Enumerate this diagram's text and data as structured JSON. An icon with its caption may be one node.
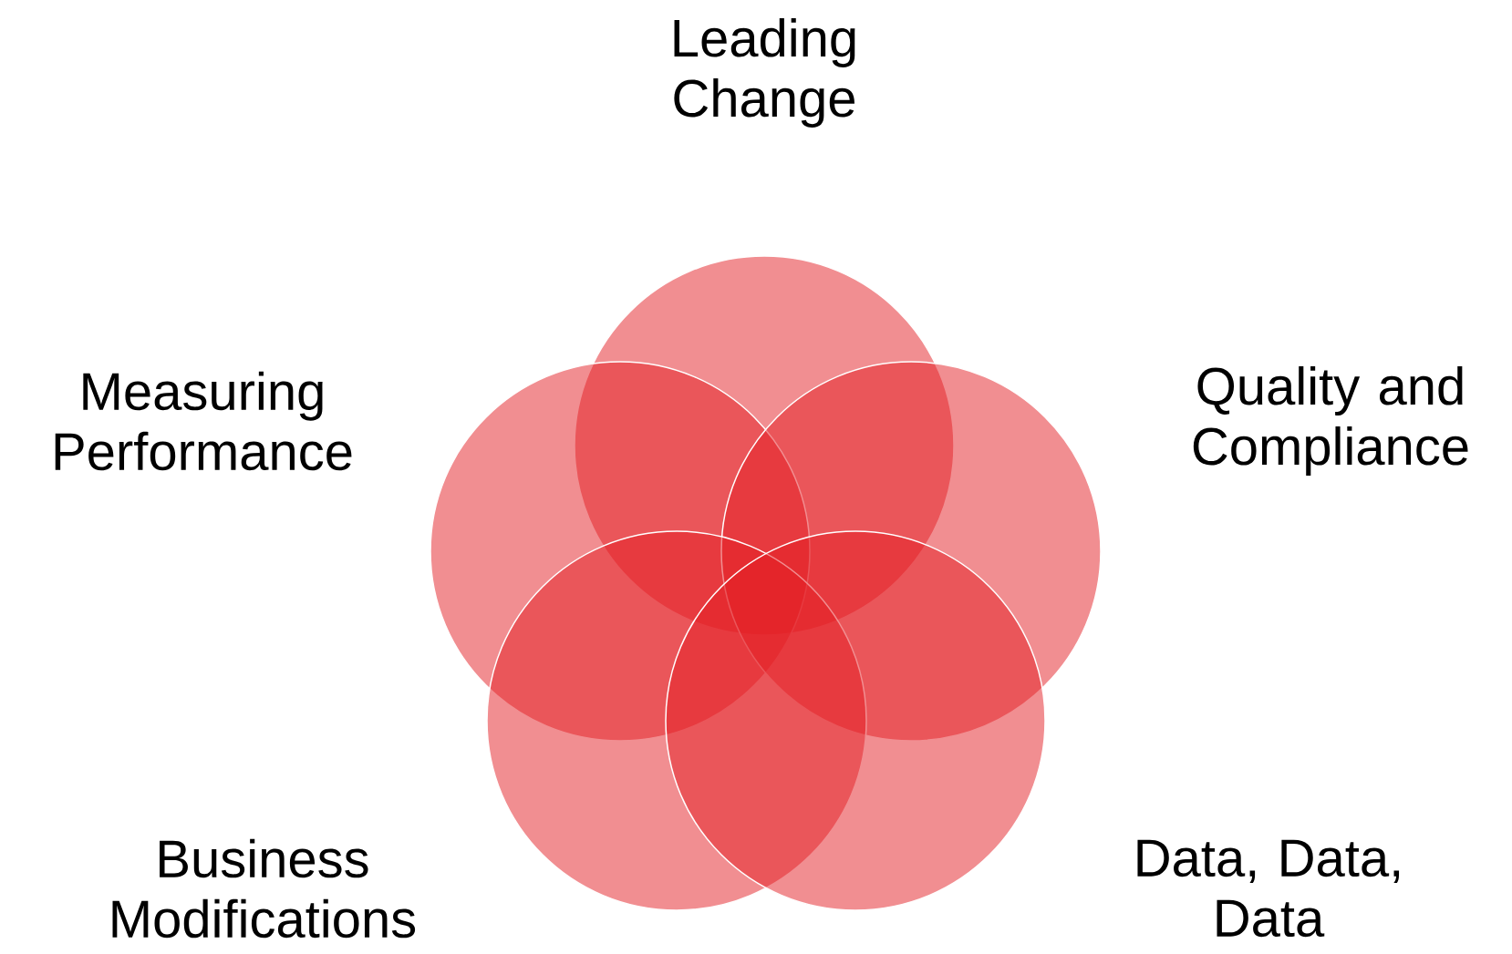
{
  "diagram": {
    "nodes": [
      {
        "text": [
          "Leading Change"
        ]
      },
      {
        "text": [
          "Measuring Performance"
        ]
      },
      {
        "text": [
          "Quality and Compliance"
        ]
      },
      {
        "text": [
          "Business Modifications"
        ]
      },
      {
        "text": [
          "Data, Data, Data"
        ]
      }
    ]
  }
}
